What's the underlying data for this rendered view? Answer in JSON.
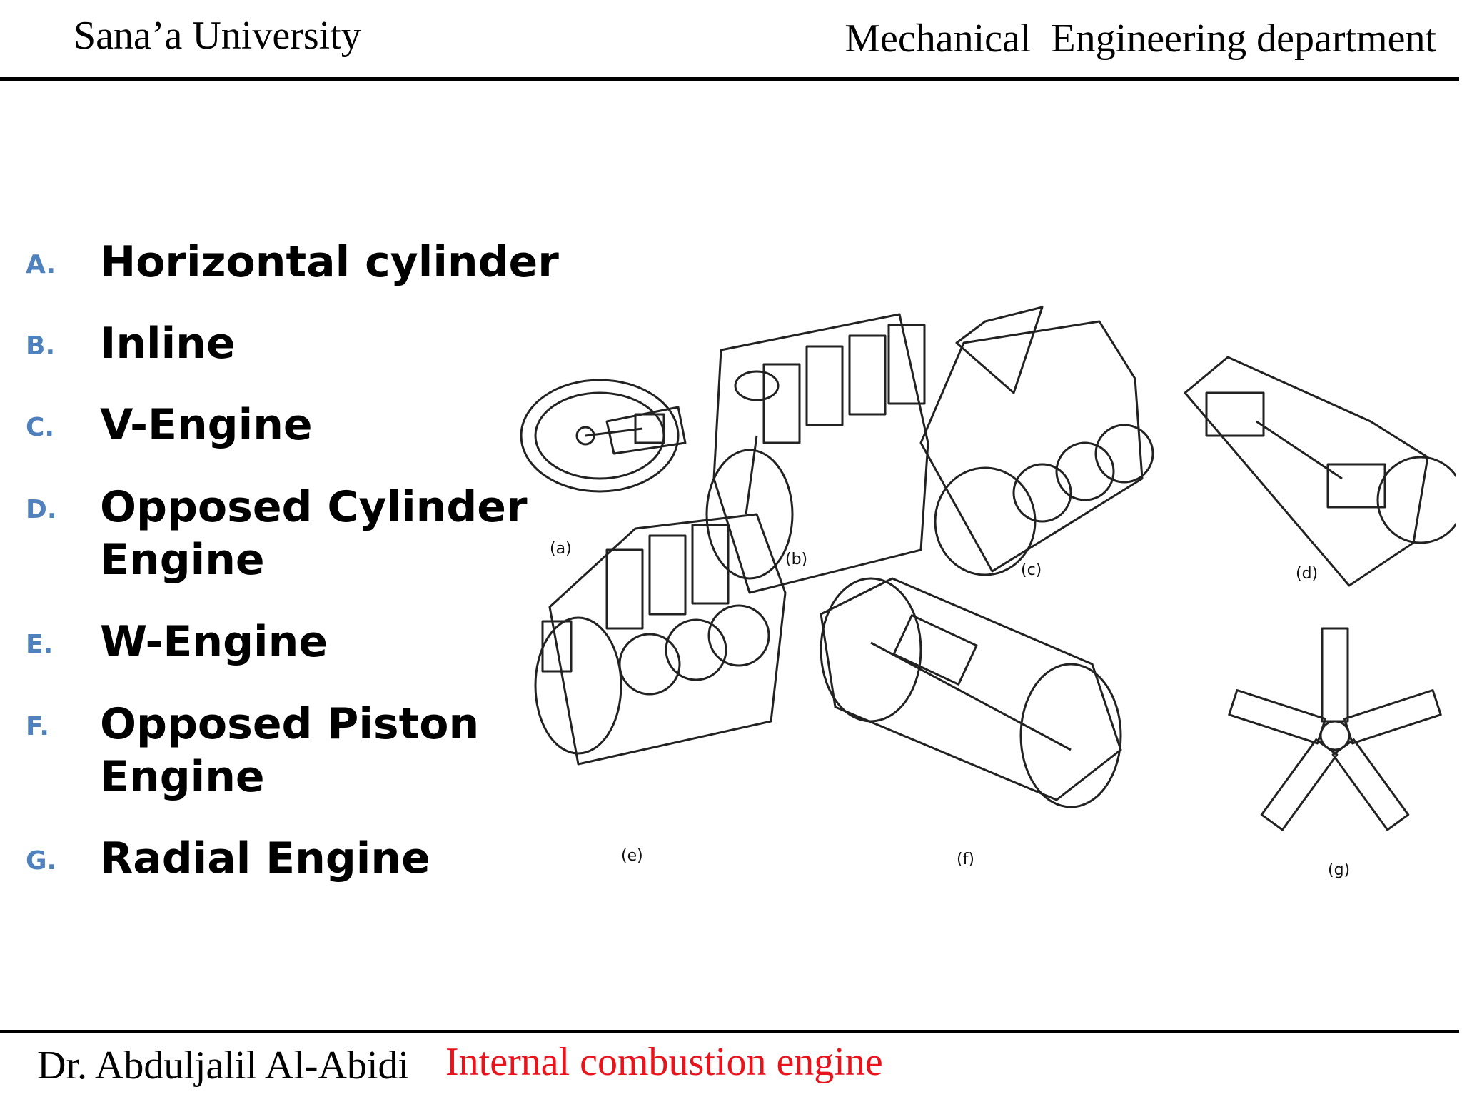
{
  "header": {
    "left": "Sana’a University",
    "right": "Mechanical  Engineering department"
  },
  "list": [
    {
      "marker": "A.",
      "text": "Horizontal cylinder"
    },
    {
      "marker": "B.",
      "text": " Inline"
    },
    {
      "marker": "C.",
      "text": " V-Engine"
    },
    {
      "marker": "D.",
      "text": " Opposed Cylinder",
      "text2": "Engine"
    },
    {
      "marker": "E.",
      "text": " W-Engine"
    },
    {
      "marker": "F.",
      "text": " Opposed Piston",
      "text2": "Engine"
    },
    {
      "marker": "G.",
      "text": "Radial Engine"
    }
  ],
  "figure": {
    "labels": [
      "(a)",
      "(b)",
      "(c)",
      "(d)",
      "(e)",
      "(f)",
      "(g)"
    ]
  },
  "footer": {
    "author": "Dr. Abduljalil Al-Abidi",
    "course": "Internal combustion engine"
  },
  "colors": {
    "marker": "#4f81bd",
    "course": "#e8141c"
  }
}
